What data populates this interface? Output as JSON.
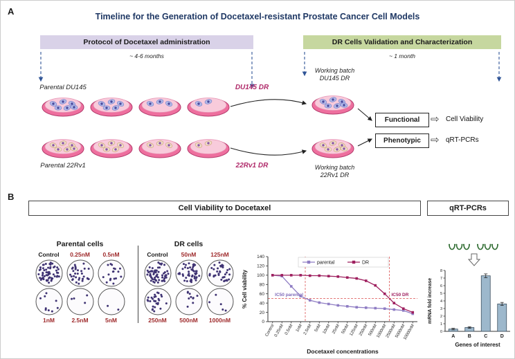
{
  "panelA": {
    "label": "A",
    "title": "Timeline for the Generation of Docetaxel-resistant Prostate Cancer Cell Models",
    "protocol": {
      "header": "Protocol of Docetaxel administration",
      "duration": "~ 4-6 months"
    },
    "validation": {
      "header": "DR Cells Validation and Characterization",
      "duration": "~ 1 month"
    },
    "du145": {
      "parental_label": "Parental DU145",
      "dr_label": "DU145 DR",
      "working_line1": "Working batch",
      "working_line2": "DU145 DR"
    },
    "rv1": {
      "parental_label": "Parental 22Rv1",
      "dr_label": "22Rv1 DR",
      "working_line1": "Working batch",
      "working_line2": "22Rv1 DR"
    },
    "functional": {
      "box": "Functional",
      "output": "Cell Viability"
    },
    "phenotypic": {
      "box": "Phenotypic",
      "output": "qRT-PCRs"
    },
    "dish_cell_counts": [
      6,
      5,
      3,
      2
    ],
    "working_cell_count": 6
  },
  "panelB": {
    "label": "B",
    "viability_header": "Cell Viability to Docetaxel",
    "qrtpcr_header": "qRT-PCRs",
    "parental_cells": {
      "title": "Parental cells",
      "top_labels": [
        "Control",
        "0.25nM",
        "0.5nM"
      ],
      "bottom_labels": [
        "1nM",
        "2.5nM",
        "5nM"
      ],
      "top_counts": [
        60,
        32,
        18
      ],
      "bottom_counts": [
        9,
        4,
        2
      ]
    },
    "dr_cells": {
      "title": "DR cells",
      "top_labels": [
        "Control",
        "50nM",
        "125nM"
      ],
      "bottom_labels": [
        "250nM",
        "500nM",
        "1000nM"
      ],
      "top_counts": [
        60,
        46,
        36
      ],
      "bottom_counts": [
        28,
        10,
        5
      ]
    }
  },
  "colors": {
    "title_navy": "#1f3864",
    "protocol_bar": "#d9d2e8",
    "validation_bar": "#c6d79f",
    "timeline_arrow": "#2f5496",
    "dr_magenta": "#b02a6a",
    "dose_red": "#9e2a2b",
    "control_black": "#1a1a1a",
    "colony_dot": "#3f3373",
    "ic50_dash": "#e06666"
  },
  "chart_data": [
    {
      "type": "line",
      "title": "",
      "xlabel": "Docetaxel concentrations",
      "ylabel": "% Cell viability",
      "ylim": [
        0,
        140
      ],
      "yticks": [
        0,
        20,
        40,
        60,
        80,
        100,
        120,
        140
      ],
      "legend_position": "top",
      "grid": false,
      "categories": [
        "Control",
        "0.25nM",
        "0.5nM",
        "1nM",
        "2.5nM",
        "5nM",
        "10nM",
        "25nM",
        "50nM",
        "125nM",
        "250nM",
        "500nM",
        "1000nM",
        "2500nM",
        "5000nM",
        "10000nM"
      ],
      "series": [
        {
          "name": "parental",
          "color": "#8e7cc3",
          "values": [
            100,
            98,
            76,
            55,
            46,
            41,
            38,
            35,
            33,
            31,
            30,
            29,
            28,
            26,
            24,
            17
          ]
        },
        {
          "name": "DR",
          "color": "#9e1f5e",
          "values": [
            100,
            100,
            100,
            100,
            99,
            99,
            98,
            97,
            95,
            93,
            88,
            78,
            60,
            40,
            28,
            20
          ]
        }
      ],
      "ic50_reference_y": 50,
      "ic50_marks": [
        {
          "label": "IC50 parental",
          "boundary_index": 4,
          "side": "left",
          "color": "#7e6ab8"
        },
        {
          "label": "IC50 DR",
          "boundary_index": 13,
          "side": "right",
          "color": "#9e1f5e"
        }
      ]
    },
    {
      "type": "bar",
      "title": "",
      "xlabel": "Genes of interest",
      "ylabel": "mRNA fold increase",
      "ylim": [
        0,
        8
      ],
      "yticks": [
        0,
        1,
        2,
        3,
        4,
        5,
        6,
        7,
        8
      ],
      "categories": [
        "A",
        "B",
        "C",
        "D"
      ],
      "values": [
        0.3,
        0.5,
        7.3,
        3.6
      ],
      "errors": [
        0.1,
        0.1,
        0.25,
        0.2
      ],
      "bar_color": "#9db8cc",
      "bar_stroke": "#3d4f5f"
    }
  ]
}
